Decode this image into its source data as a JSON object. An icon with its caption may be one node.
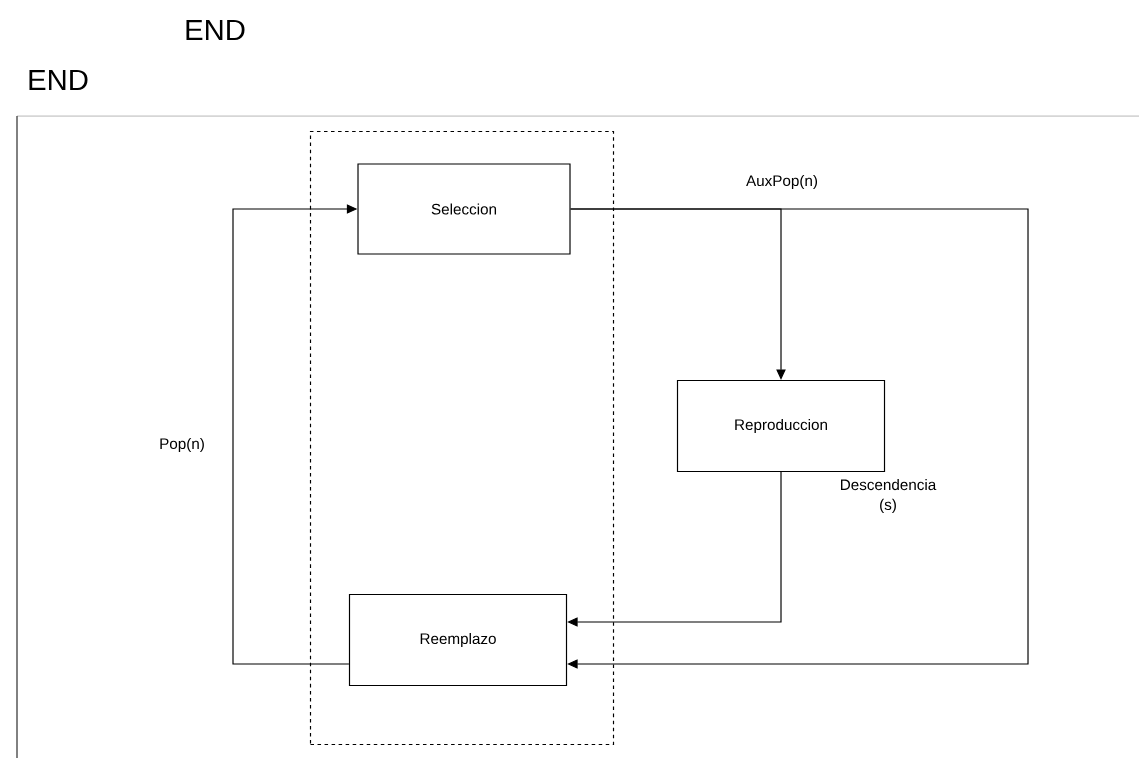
{
  "diagram": {
    "nodes": [
      {
        "text": [],
        "shape": "box"
      },
      {
        "text": [
          "Seleccion"
        ],
        "in": 0
      },
      {
        "text": [
          "Reproduccion"
        ]
      },
      {
        "text": [
          "Reemplazo"
        ],
        "in": 0
      }
    ],
    "edges": [
      {
        "from": 1,
        "to": 2,
        "arrow": "to",
        "label": "AuxPop(n)"
      },
      {
        "from": 1,
        "to": 3,
        "arrow": "to"
      },
      {
        "from": 2,
        "to": 3,
        "arrow": "to",
        "label": "Descendencia (s)"
      },
      {
        "from": 3,
        "to": 1,
        "arrow": "to",
        "label": "Pop(n)"
      }
    ],
    "labels": [
      "END",
      "END"
    ]
  }
}
